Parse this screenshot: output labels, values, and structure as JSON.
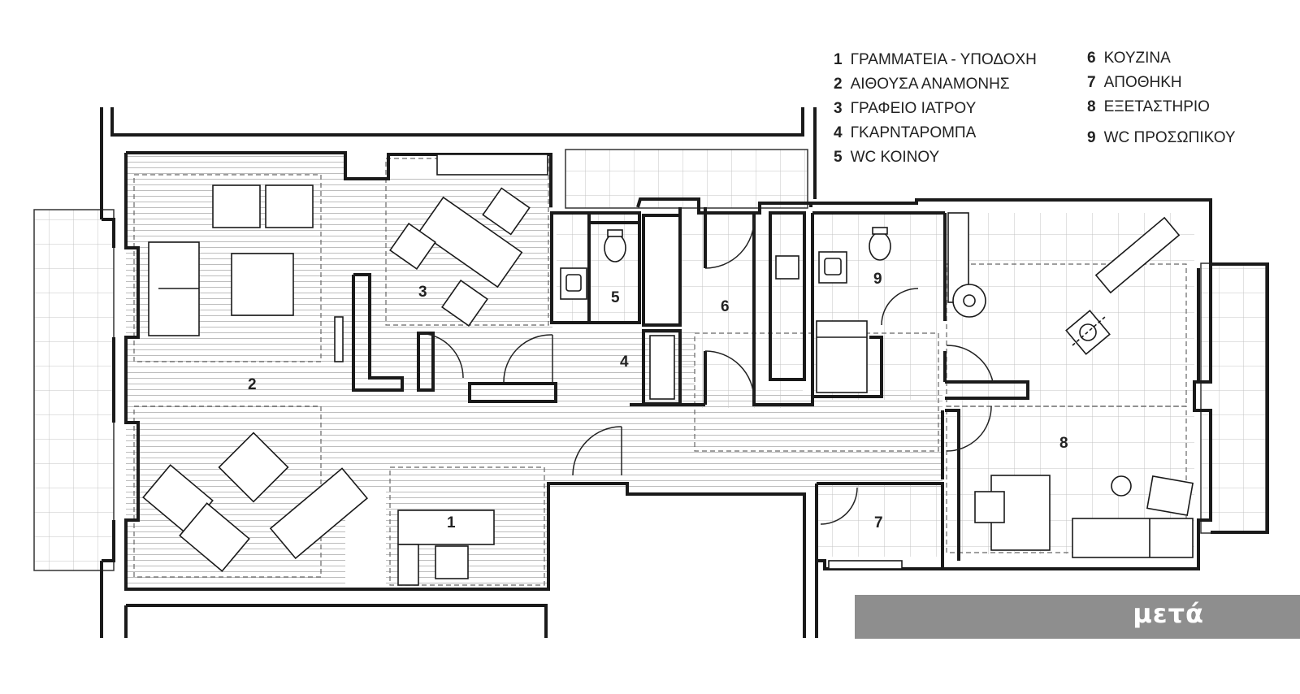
{
  "legend_left": [
    {
      "num": "1",
      "label": "ΓΡΑΜΜΑΤΕΙΑ - ΥΠΟΔΟΧΗ"
    },
    {
      "num": "2",
      "label": "ΑΙΘΟΥΣΑ ΑΝΑΜΟΝΗΣ"
    },
    {
      "num": "3",
      "label": "ΓΡΑΦΕΙΟ ΙΑΤΡΟΥ"
    },
    {
      "num": "4",
      "label": "ΓΚΑΡΝΤΑΡΟΜΠΑ"
    },
    {
      "num": "5",
      "label": "WC ΚΟΙΝΟΥ"
    }
  ],
  "legend_right": [
    {
      "num": "6",
      "label": "ΚΟΥΖΙΝΑ"
    },
    {
      "num": "7",
      "label": "ΑΠΟΘΗΚΗ"
    },
    {
      "num": "8",
      "label": "ΕΞΕΤΑΣΤΗΡΙΟ"
    },
    {
      "num": "9",
      "label": "WC ΠΡΟΣΩΠΙΚΟΥ"
    }
  ],
  "room_numbers": {
    "r1": "1",
    "r2": "2",
    "r3": "3",
    "r4": "4",
    "r5": "5",
    "r6": "6",
    "r7": "7",
    "r8": "8",
    "r9": "9"
  },
  "badge": "μετά",
  "colors": {
    "wall": "#1a1a1a",
    "hatch": "#b5b5b5",
    "tile": "#c4c4c4",
    "badge_bg": "#8e8e8e",
    "badge_text": "#ffffff"
  }
}
